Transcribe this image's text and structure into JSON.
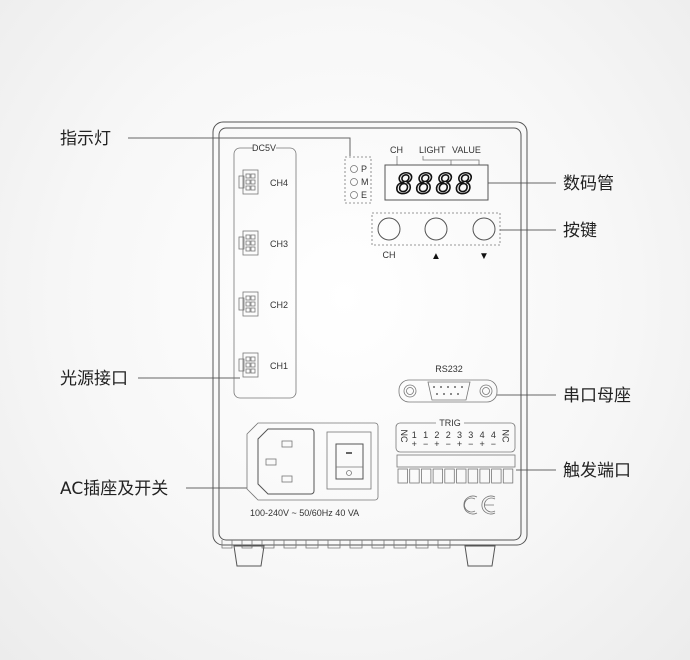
{
  "callouts": {
    "indicator": "指示灯",
    "display": "数码管",
    "buttons": "按键",
    "light_port": "光源接口",
    "serial_port": "串口母座",
    "ac_power": "AC插座及开关",
    "trigger_port": "触发端口"
  },
  "panel": {
    "dc_label": "DC5V",
    "channels": [
      "CH4",
      "CH3",
      "CH2",
      "CH1"
    ],
    "indicators": [
      "P",
      "M",
      "E"
    ],
    "display_labels": {
      "ch": "CH",
      "light": "LIGHT",
      "value": "VALUE"
    },
    "display_digits": "8888",
    "button_labels": [
      "CH",
      "▲",
      "▼"
    ],
    "rs232_label": "RS232",
    "trig_label": "TRIG",
    "trig_pins_top": [
      "NC",
      "1",
      "1",
      "2",
      "2",
      "3",
      "3",
      "4",
      "4",
      "NC"
    ],
    "trig_pins_sign": [
      "",
      "+",
      "−",
      "+",
      "−",
      "+",
      "−",
      "+",
      "−",
      ""
    ],
    "power_rating": "100-240V ~  50/60Hz  40 VA",
    "ce_mark": "CE"
  }
}
